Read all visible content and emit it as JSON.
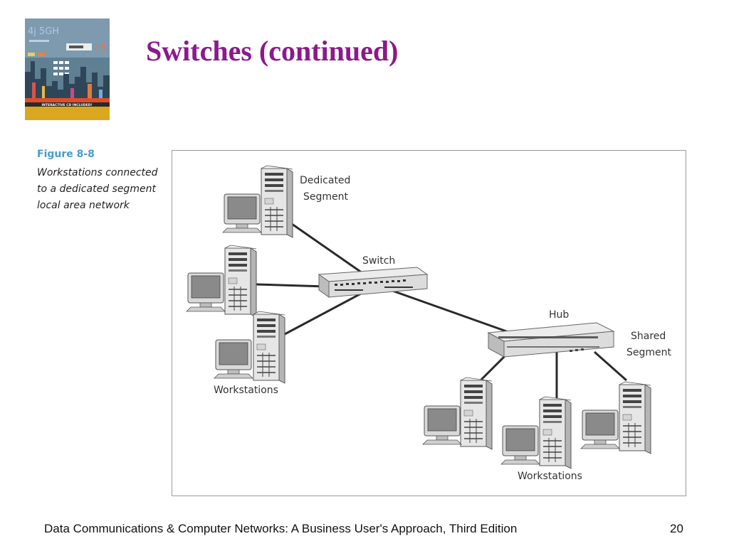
{
  "slide": {
    "title": "Switches (continued)",
    "figure_number": "Figure 8-8",
    "figure_caption": [
      "Workstations connected",
      "to a dedicated segment",
      "local area network"
    ],
    "footer": "Data Communications & Computer Networks: A Business User's Approach, Third Edition",
    "page_number": "20"
  },
  "cover": {
    "banner_text": "INTERACTIVE CD INCLUDED!"
  },
  "diagram": {
    "labels": {
      "dedicated_segment": [
        "Dedicated",
        "Segment"
      ],
      "switch": "Switch",
      "hub": "Hub",
      "shared_segment": [
        "Shared",
        "Segment"
      ],
      "workstations_left": "Workstations",
      "workstations_bottom": "Workstations"
    }
  },
  "colors": {
    "title": "#8b1a8b",
    "figure_number": "#4a9cc9",
    "frame": "#9a9a9a"
  }
}
